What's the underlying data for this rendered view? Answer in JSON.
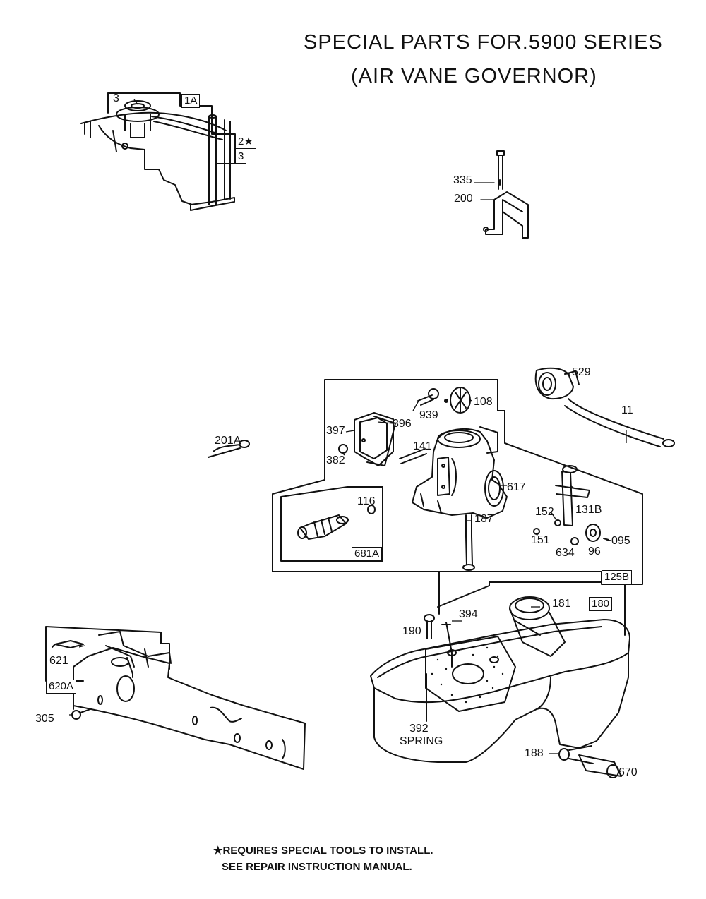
{
  "title": {
    "line1": "SPECIAL PARTS FOR.5900 SERIES",
    "line2": "(AIR VANE GOVERNOR)"
  },
  "groups": {
    "g1A": "1A",
    "g2star": "2★",
    "g3": "3",
    "g125B": "125B",
    "g681A": "681A",
    "g180": "180",
    "g620A": "620A"
  },
  "parts": {
    "p3": "3",
    "p335": "335",
    "p200": "200",
    "p529": "529",
    "p11": "11",
    "p939": "939",
    "p108": "108",
    "p397": "397",
    "p396": "396",
    "p382": "382",
    "p141": "141",
    "p201A": "201A",
    "p116": "116",
    "p617": "617",
    "p187": "187",
    "p152": "152",
    "p131B": "131B",
    "p151": "151",
    "p634": "634",
    "p96": "96",
    "p095": "095",
    "p181": "181",
    "p190": "190",
    "p394": "394",
    "p621": "621",
    "p305": "305",
    "p392": "392",
    "p392b": "SPRING",
    "p188": "188",
    "p670": "670"
  },
  "footnote": {
    "line1": "★REQUIRES SPECIAL TOOLS TO INSTALL.",
    "line2": "SEE REPAIR INSTRUCTION MANUAL."
  }
}
